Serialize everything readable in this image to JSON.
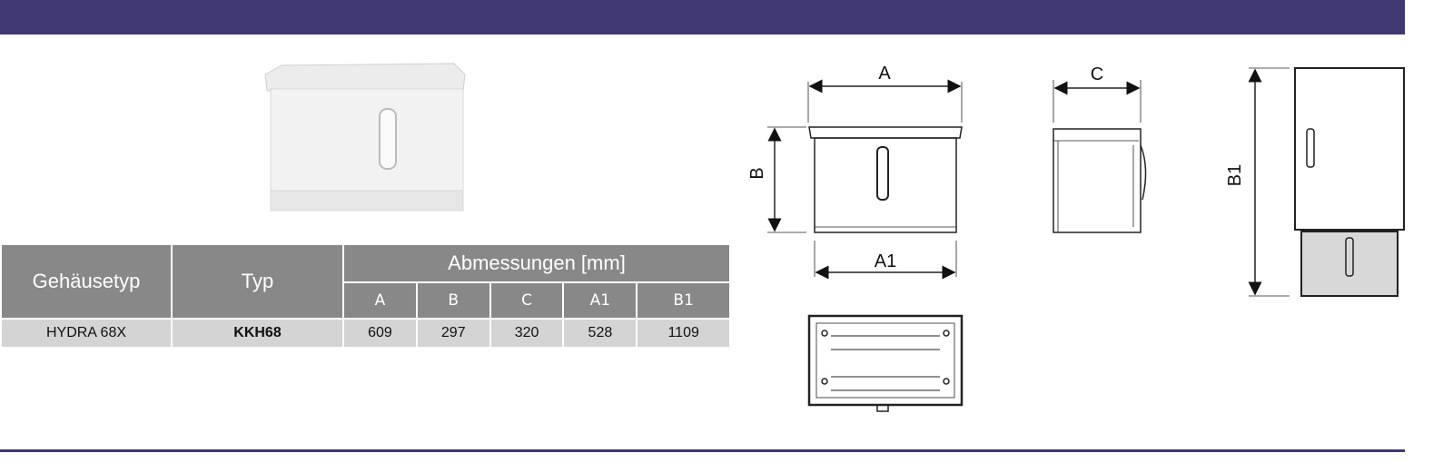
{
  "table": {
    "headers": {
      "housing_type": "Gehäusetyp",
      "type": "Typ",
      "dimensions": "Abmessungen [mm]",
      "dim_columns": [
        "A",
        "B",
        "C",
        "A1",
        "B1"
      ]
    },
    "rows": [
      {
        "housing_type": "HYDRA 68X",
        "type": "KKH68",
        "values": [
          "609",
          "297",
          "320",
          "528",
          "1109"
        ]
      }
    ]
  },
  "drawing_labels": {
    "a": "A",
    "b": "B",
    "c": "C",
    "a1": "A1",
    "b1": "B1"
  },
  "colors": {
    "brand": "#3f3871",
    "table_header": "#888888",
    "table_row": "#d4d4d4"
  }
}
